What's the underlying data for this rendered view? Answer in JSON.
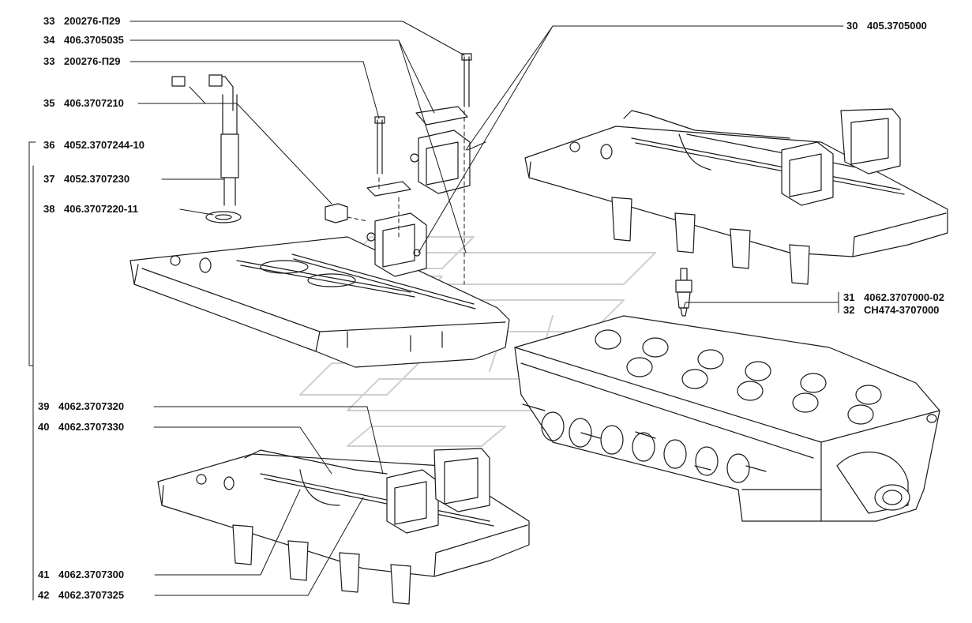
{
  "callouts": [
    {
      "id": "c33a",
      "num": "33",
      "code": "200276-П29"
    },
    {
      "id": "c34",
      "num": "34",
      "code": "406.3705035"
    },
    {
      "id": "c33b",
      "num": "33",
      "code": "200276-П29"
    },
    {
      "id": "c35",
      "num": "35",
      "code": "406.3707210"
    },
    {
      "id": "c36",
      "num": "36",
      "code": "4052.3707244-10"
    },
    {
      "id": "c37",
      "num": "37",
      "code": "4052.3707230"
    },
    {
      "id": "c38",
      "num": "38",
      "code": "406.3707220-11"
    },
    {
      "id": "c30",
      "num": "30",
      "code": "405.3705000"
    },
    {
      "id": "c31",
      "num": "31",
      "code": "4062.3707000-02"
    },
    {
      "id": "c32",
      "num": "32",
      "code": "CH474-3707000"
    },
    {
      "id": "c39",
      "num": "39",
      "code": "4062.3707320"
    },
    {
      "id": "c40",
      "num": "40",
      "code": "4062.3707330"
    },
    {
      "id": "c41",
      "num": "41",
      "code": "4062.3707300"
    },
    {
      "id": "c42",
      "num": "42",
      "code": "4062.3707325"
    }
  ]
}
